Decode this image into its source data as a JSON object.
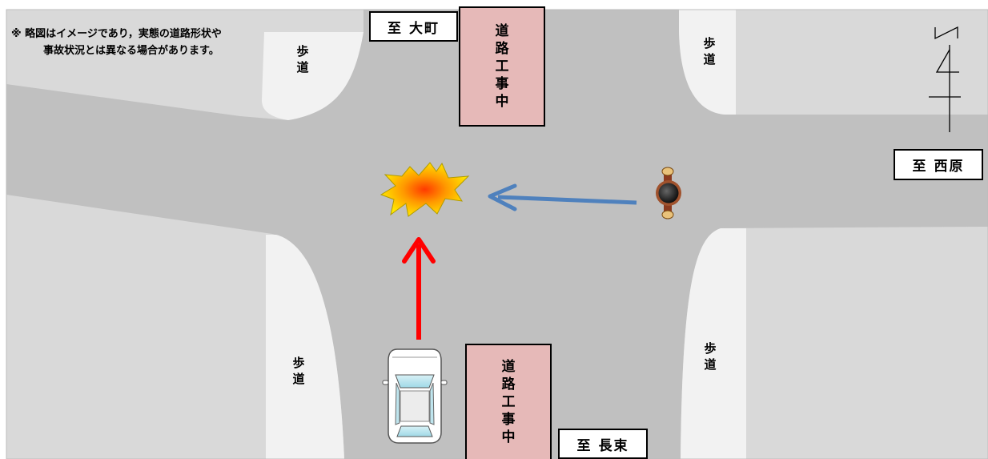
{
  "note": {
    "line1": "※  略図はイメージであり，実態の道路形状や",
    "line2": "事故状況とは異なる場合があります。"
  },
  "direction_labels": {
    "north": "至  大町",
    "east": "至  西原",
    "south": "至  長束"
  },
  "construction": {
    "top": [
      "道",
      "路",
      "工",
      "事",
      "中"
    ],
    "bottom": [
      "道",
      "路",
      "工",
      "事",
      "中"
    ]
  },
  "sidewalk": {
    "top_left": [
      "歩",
      "道"
    ],
    "top_right": [
      "歩",
      "道"
    ],
    "bottom_left": [
      "歩",
      "道"
    ],
    "bottom_right": [
      "歩",
      "道"
    ]
  },
  "colors": {
    "road": "#c0c0c0",
    "block": "#d9d9d9",
    "sidewalk": "#f2f2f2",
    "construction_fill": "#e6b9b8",
    "car_arrow": "#ff0000",
    "bike_arrow": "#4f81bd"
  },
  "icons": {
    "car": "car-icon",
    "motorcycle": "motorcycle-icon",
    "collision": "collision-burst-icon",
    "north_arrow": "north-arrow-icon"
  }
}
